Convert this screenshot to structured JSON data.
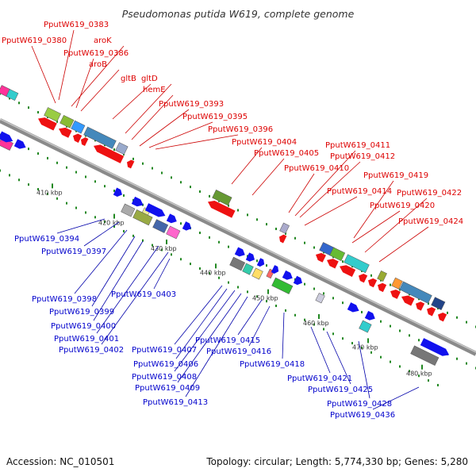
{
  "title": "Pseudomonas putida W619, complete genome",
  "footer": {
    "accession": "Accession: NC_010501",
    "summary": "Topology: circular; Length: 5,774,330 bp; Genes: 5,280"
  },
  "colors": {
    "top_label": "#dd0000",
    "bottom_label": "#0000cc",
    "backbone": "#888888",
    "tick_dot": "#228822"
  },
  "ticks": [
    "410 kbp",
    "420 kbp",
    "430 kbp",
    "440 kbp",
    "450 kbp",
    "460 kbp",
    "470 kbp",
    "480 kbp"
  ],
  "top_labels": [
    "PputW619_0383",
    "PputW619_0380",
    "aroK",
    "PputW619_0386",
    "aroB",
    "gltB",
    "gltD",
    "hemE",
    "PputW619_0393",
    "PputW619_0395",
    "PputW619_0396",
    "PputW619_0404",
    "PputW619_0405",
    "PputW619_0410",
    "PputW619_0411",
    "PputW619_0412",
    "PputW619_0419",
    "PputW619_0414",
    "PputW619_0422",
    "PputW619_0420",
    "PputW619_0424"
  ],
  "bottom_labels": [
    "PputW619_0394",
    "PputW619_0397",
    "PputW619_0398",
    "PputW619_0399",
    "PputW619_0400",
    "PputW619_0401",
    "PputW619_0402",
    "PputW619_0403",
    "PputW619_0407",
    "PputW619_0406",
    "PputW619_0408",
    "PputW619_0409",
    "PputW619_0413",
    "PputW619_0415",
    "PputW619_0416",
    "PputW619_0418",
    "PputW619_0421",
    "PputW619_0425",
    "PputW619_0428",
    "PputW619_0436"
  ]
}
